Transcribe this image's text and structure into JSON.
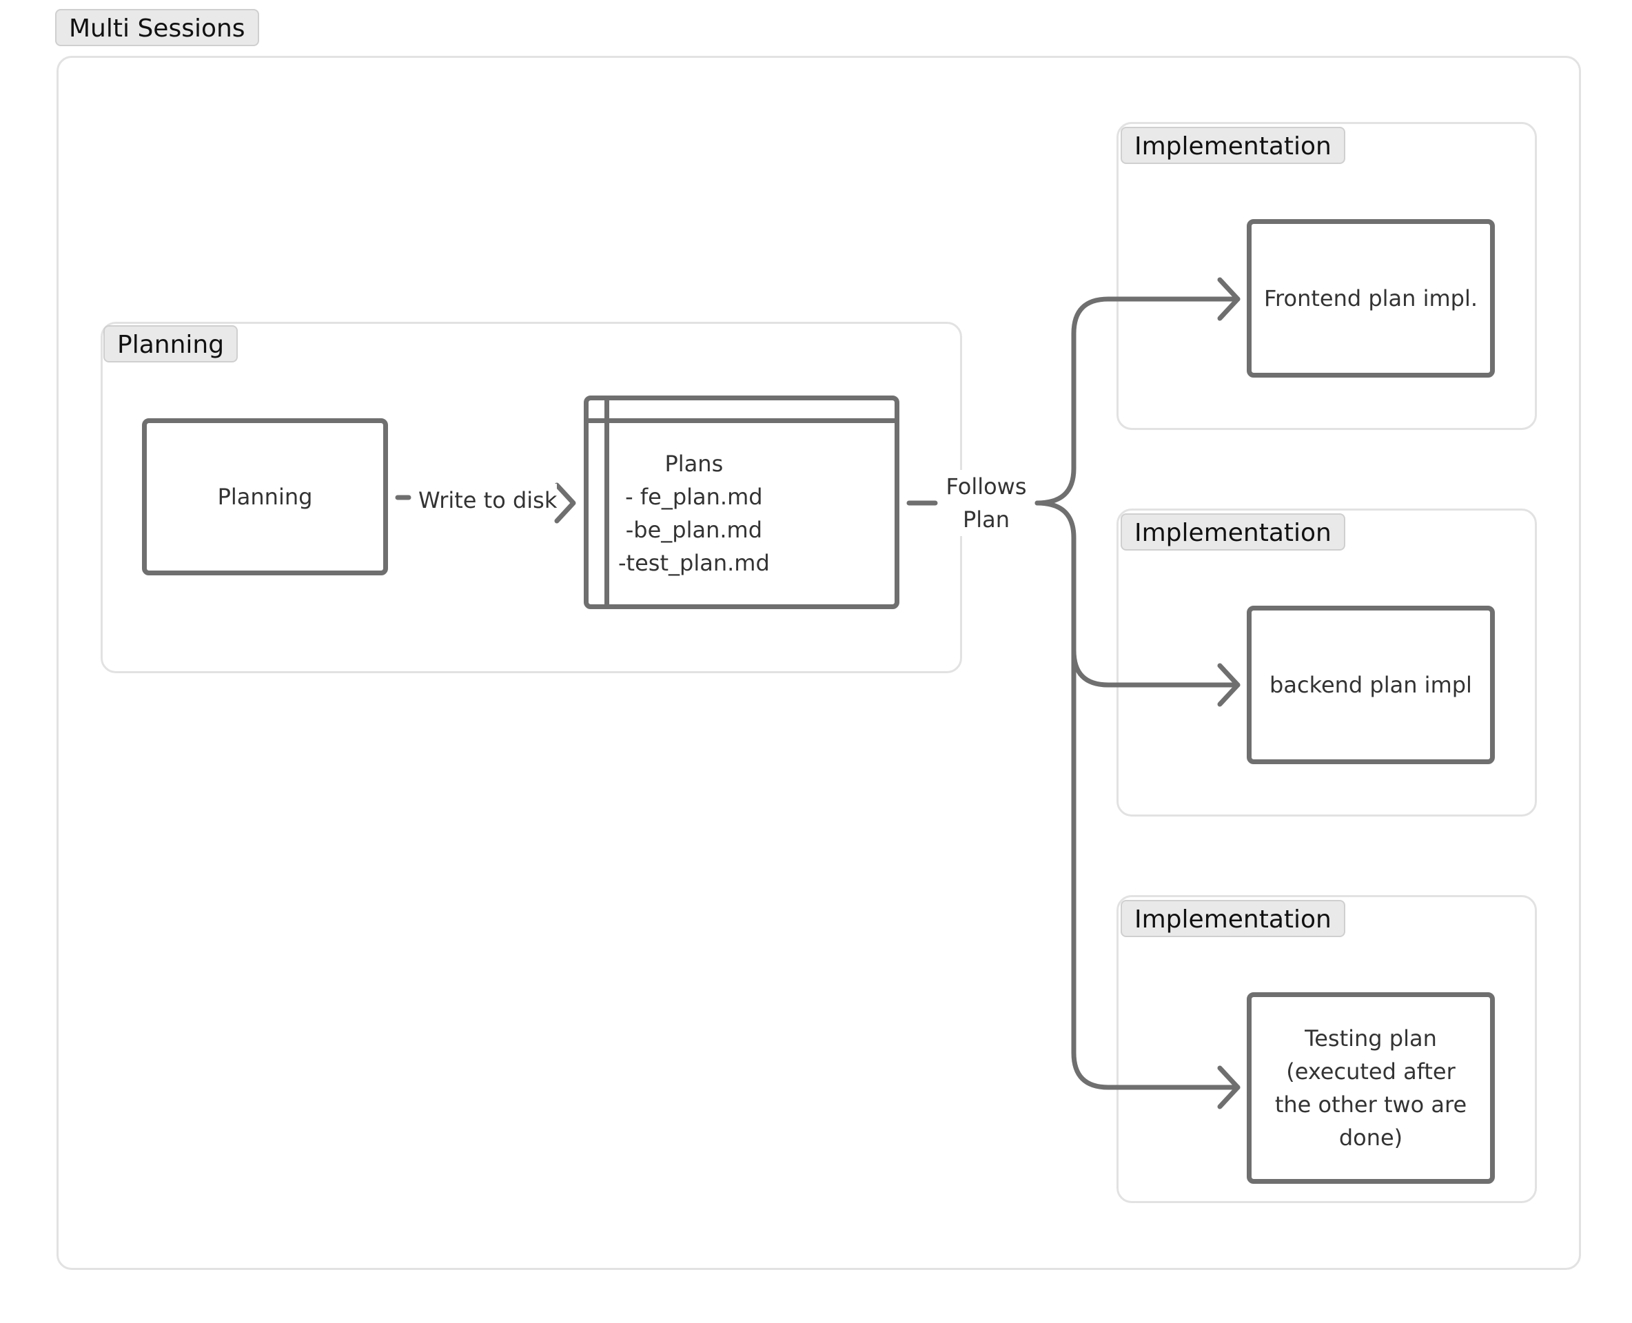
{
  "groups": {
    "outer": "Multi Sessions",
    "planning": "Planning",
    "impl_1": "Implementation",
    "impl_2": "Implementation",
    "impl_3": "Implementation"
  },
  "nodes": {
    "planning": "Planning",
    "plans": [
      "Plans",
      "- fe_plan.md",
      "-be_plan.md",
      "-test_plan.md"
    ],
    "frontend": "Frontend plan impl.",
    "backend": "backend plan impl",
    "testing": [
      "Testing plan",
      "(executed after",
      "the other two are",
      "done)"
    ]
  },
  "edges": {
    "write": "Write to disk",
    "follows": [
      "Follows",
      "Plan"
    ]
  },
  "colors": {
    "stroke": "#6f6f6f",
    "group_border": "#e2e2e2",
    "tag_bg": "#e9e9e9"
  }
}
